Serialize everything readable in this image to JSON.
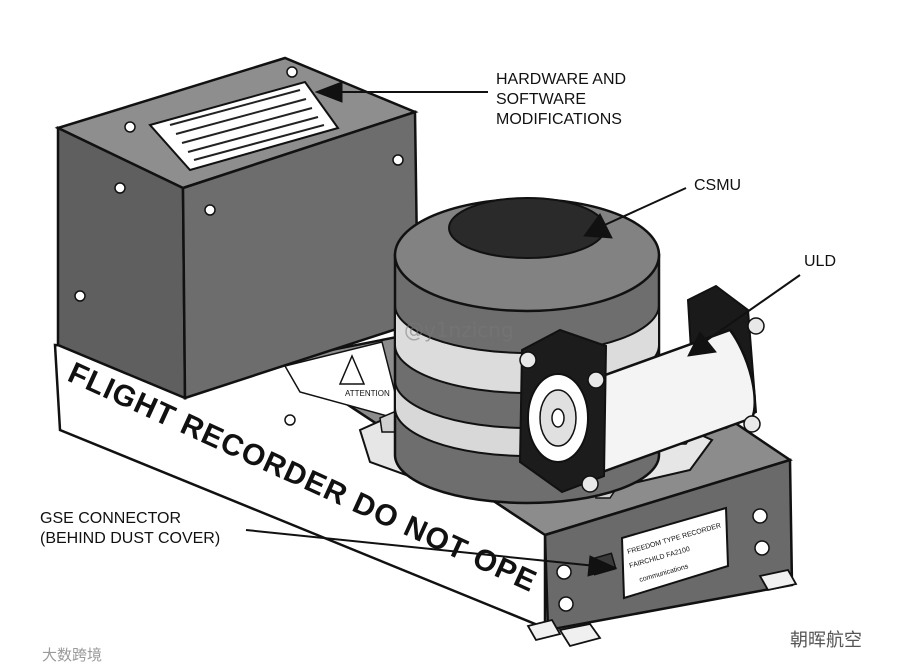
{
  "callouts": {
    "hardware": "HARDWARE AND\nSOFTWARE\nMODIFICATIONS",
    "csmu": "CSMU",
    "uld": "ULD",
    "gse": "GSE CONNECTOR\n(BEHIND DUST COVER)"
  },
  "band_text": "FLIGHT RECORDER DO NOT OPEN",
  "nameplate": {
    "line1": "FREEDOM TYPE RECORDER",
    "line2": "FAIRCHILD FA2100",
    "line3": "communications"
  },
  "warning_text": "ATTENTION",
  "watermarks": {
    "center": "@y1nzicng",
    "bottom_left": "大数跨境",
    "bottom_right": "朝晖航空"
  },
  "colors": {
    "body_dark": "#5f5f5f",
    "body_mid": "#7a7a7a",
    "body_light": "#949494",
    "ink": "#111111",
    "paper": "#ffffff"
  }
}
